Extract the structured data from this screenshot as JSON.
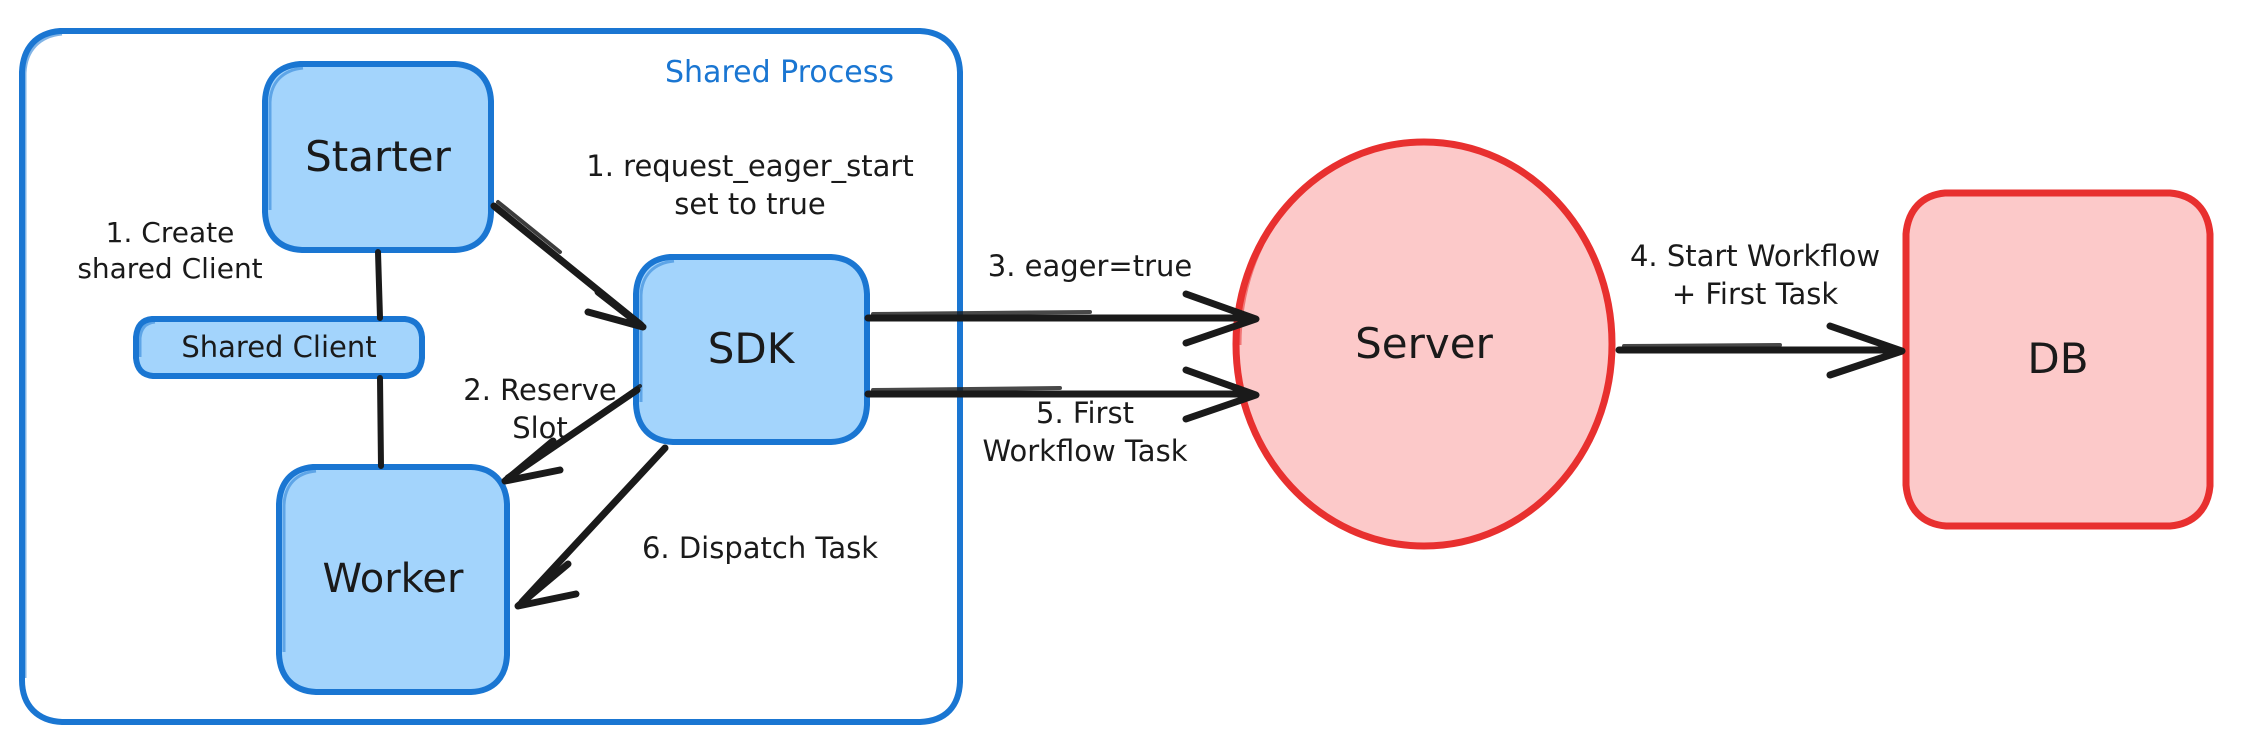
{
  "diagram": {
    "title": "Eager Workflow Start sequence",
    "background": "#ffffff",
    "colors": {
      "blue_fill": "#a3d4fc",
      "blue_stroke": "#1a76d2",
      "red_fill": "#fcc9c9",
      "red_stroke": "#e8302f",
      "arrow": "#1a1a1a",
      "text": "#1a1a1a",
      "group_title_color": "#1a76d2"
    },
    "group": {
      "name": "shared-process-container",
      "title": "Shared Process",
      "shape": "rounded-rect",
      "fill": "none",
      "stroke": "#1a76d2"
    },
    "nodes": [
      {
        "id": "starter",
        "label": "Starter",
        "shape": "rounded-rect",
        "fill": "#a3d4fc",
        "stroke": "#1a76d2"
      },
      {
        "id": "shared_client",
        "label": "Shared Client",
        "shape": "rounded-rect",
        "fill": "#a3d4fc",
        "stroke": "#1a76d2"
      },
      {
        "id": "worker",
        "label": "Worker",
        "shape": "rounded-rect",
        "fill": "#a3d4fc",
        "stroke": "#1a76d2"
      },
      {
        "id": "sdk",
        "label": "SDK",
        "shape": "rounded-rect",
        "fill": "#a3d4fc",
        "stroke": "#1a76d2"
      },
      {
        "id": "server",
        "label": "Server",
        "shape": "ellipse",
        "fill": "#fcc9c9",
        "stroke": "#e8302f"
      },
      {
        "id": "db",
        "label": "DB",
        "shape": "rounded-rect",
        "fill": "#fcc9c9",
        "stroke": "#e8302f"
      }
    ],
    "edges": [
      {
        "id": "e1",
        "from": "starter",
        "to": "shared_client",
        "label": "1. Create\nshared Client",
        "arrow": false
      },
      {
        "id": "e2",
        "from": "starter",
        "to": "sdk",
        "label": "1. request_eager_start\nset to true",
        "arrow": true
      },
      {
        "id": "e3",
        "from": "sdk",
        "to": "worker",
        "label": "2. Reserve\nSlot",
        "arrow": true
      },
      {
        "id": "e4",
        "from": "sdk",
        "to": "server",
        "label": "3. eager=true",
        "arrow": true
      },
      {
        "id": "e5",
        "from": "server",
        "to": "db",
        "label": "4. Start Workflow\n+ First Task",
        "arrow": true
      },
      {
        "id": "e6",
        "from": "server",
        "to": "sdk",
        "label": "5. First\nWorkflow Task",
        "arrow": true
      },
      {
        "id": "e7",
        "from": "sdk",
        "to": "worker",
        "label": "6. Dispatch Task",
        "arrow": true
      },
      {
        "id": "e8",
        "from": "shared_client",
        "to": "worker",
        "label": "",
        "arrow": false
      }
    ],
    "labels": {
      "create_shared_client": "1. Create\nshared Client",
      "request_eager_start": "1. request_eager_start\nset to true",
      "reserve_slot": "2. Reserve\nSlot",
      "eager_true": "3. eager=true",
      "start_workflow": "4. Start Workflow\n+ First Task",
      "first_workflow_task": "5. First\nWorkflow Task",
      "dispatch_task": "6. Dispatch Task"
    }
  }
}
